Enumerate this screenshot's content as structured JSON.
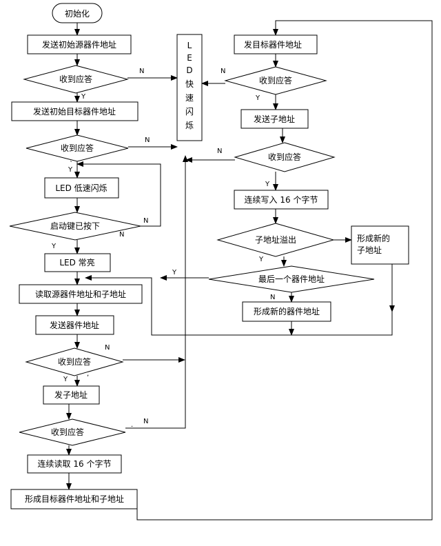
{
  "nodes": {
    "start": "初始化",
    "send_src_addr": "发送初始源器件地址",
    "ack1": "收到应答",
    "send_dst_addr": "发送初始目标器件地址",
    "ack2": "收到应答",
    "led_slow": "LED 低速闪烁",
    "start_key": "启动键已按下",
    "led_on": "LED 常亮",
    "read_addrs": "读取源器件地址和子地址",
    "send_dev_addr": "发送器件地址",
    "ack3": "收到应答",
    "send_sub_addr": "发子地址",
    "ack4": "收到应答",
    "read16": "连续读取 16 个字节",
    "form_dst": "形成目标器件地址和子地址",
    "led_fast": [
      "L",
      "E",
      "D",
      "快",
      "速",
      "闪",
      "烁"
    ],
    "send_dst_dev": "发目标器件地址",
    "ack5": "收到应答",
    "send_sub": "发送子地址",
    "ack6": "收到应答",
    "write16": "连续写入 16 个字节",
    "sub_overflow": "子地址溢出",
    "new_sub": [
      "形成新的",
      "子地址"
    ],
    "last_dev": "最后一个器件地址",
    "new_dev": "形成新的器件地址"
  },
  "labels": {
    "yes": "Y",
    "no": "N",
    "mark_1": "`",
    "mark_2": ",",
    "mark_3": "."
  }
}
